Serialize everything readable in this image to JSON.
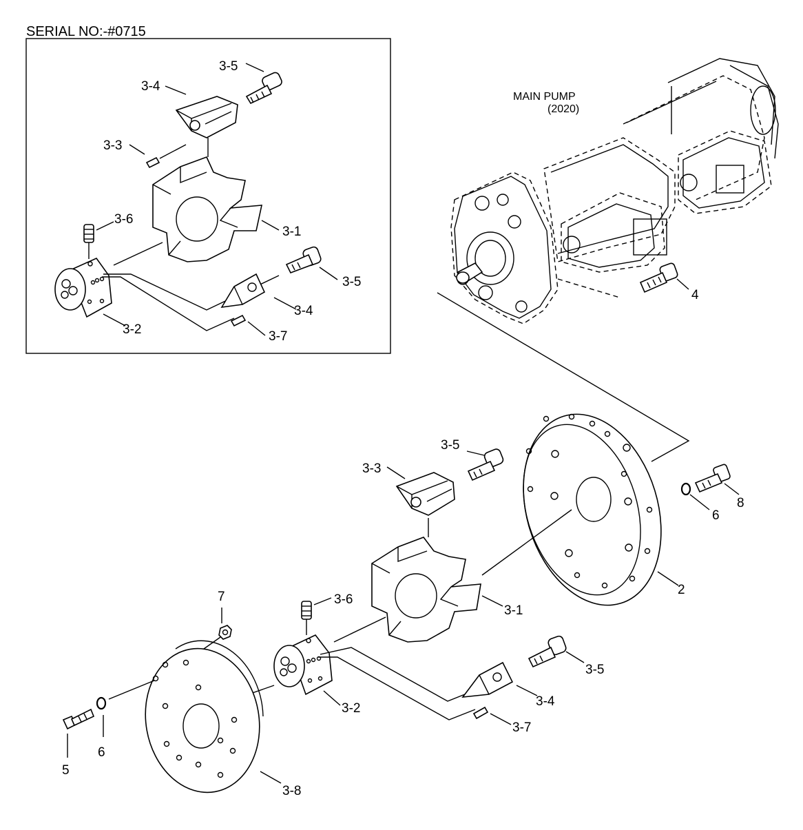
{
  "serial": "SERIAL NO:-#0715",
  "main_pump": {
    "line1": "MAIN PUMP",
    "line2": "(2020)"
  },
  "inset_labels": {
    "p3_5a": "3-5",
    "p3_4a": "3-4",
    "p3_3": "3-3",
    "p3_6": "3-6",
    "p3_1": "3-1",
    "p3_5b": "3-5",
    "p3_4b": "3-4",
    "p3_2": "3-2",
    "p3_7": "3-7"
  },
  "main_labels": {
    "p4": "4",
    "p3_5a": "3-5",
    "p3_3": "3-3",
    "p8": "8",
    "p6a": "6",
    "p2": "2",
    "p7": "7",
    "p3_6": "3-6",
    "p3_1": "3-1",
    "p3_5b": "3-5",
    "p3_2": "3-2",
    "p3_4": "3-4",
    "p3_7": "3-7",
    "p5": "5",
    "p6b": "6",
    "p3_8": "3-8"
  }
}
